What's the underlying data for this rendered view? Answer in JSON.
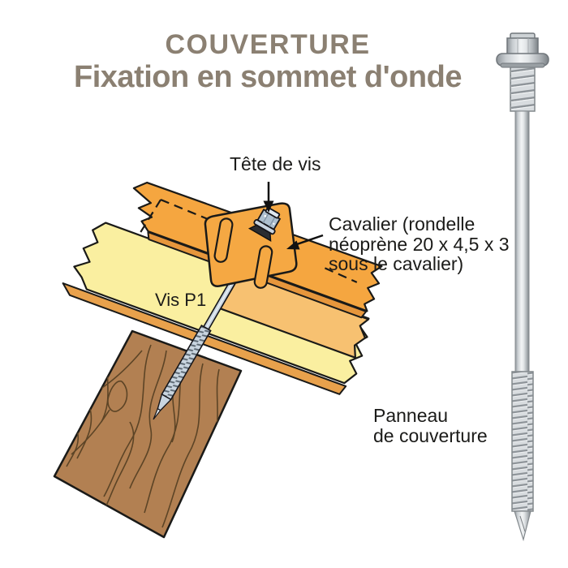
{
  "header": {
    "title_line1": "COUVERTURE",
    "title_line2": "Fixation en sommet d'onde"
  },
  "diagram": {
    "labels": {
      "tete_de_vis": "Tête de vis",
      "cavalier_l1": "Cavalier (rondelle",
      "cavalier_l2": "néoprène 20 x 4,5 x 3",
      "cavalier_l3": "sous le cavalier)",
      "vis_p1": "Vis P1",
      "panneau_l1": "Panneau",
      "panneau_l2": "de couverture"
    }
  },
  "colors": {
    "title": "#8B8072",
    "label_text": "#1B1B19",
    "outline": "#1A1A18",
    "sheet_orange": "#F5A640",
    "sheet_orange_edge": "#E6963C",
    "overlap_sheet_orange": "#F7C171",
    "panel_yellow": "#FAEFA0",
    "panel_edge_tan": "#E8A14C",
    "wood_brown": "#B28052",
    "wood_grain": "#5C4426",
    "screw_gray": "#C9D5E0"
  }
}
